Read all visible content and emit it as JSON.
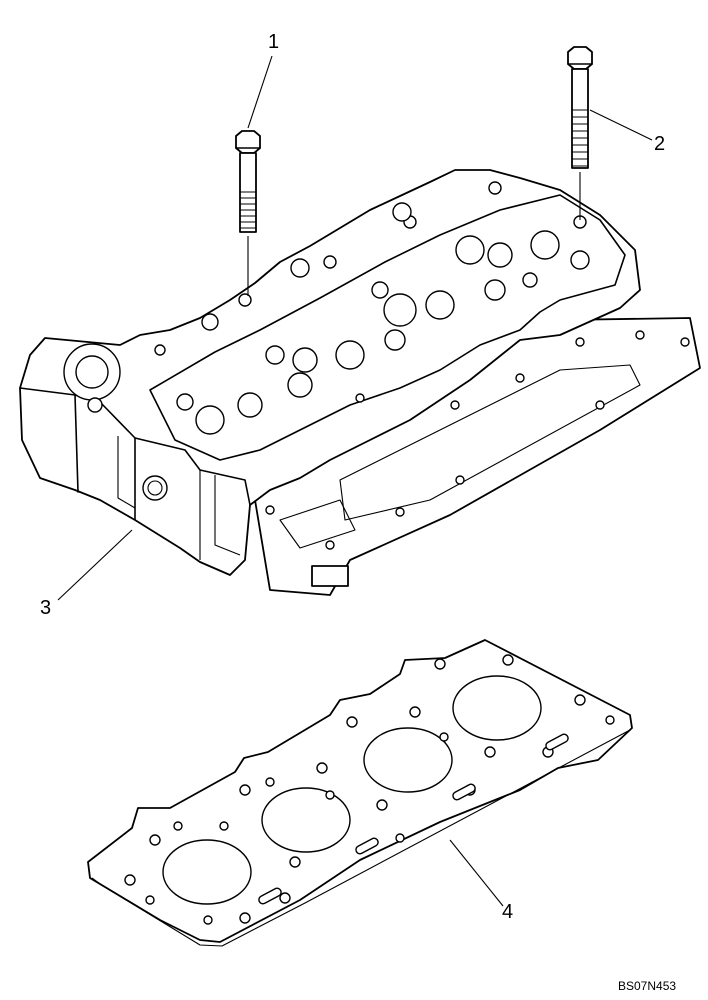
{
  "callouts": {
    "c1": "1",
    "c2": "2",
    "c3": "3",
    "c4": "4"
  },
  "reference_code": "BS07N453",
  "parts": [
    {
      "id": "bolt-short",
      "callout": "1"
    },
    {
      "id": "bolt-long",
      "callout": "2"
    },
    {
      "id": "cylinder-head",
      "callout": "3"
    },
    {
      "id": "head-gasket",
      "callout": "4"
    }
  ]
}
